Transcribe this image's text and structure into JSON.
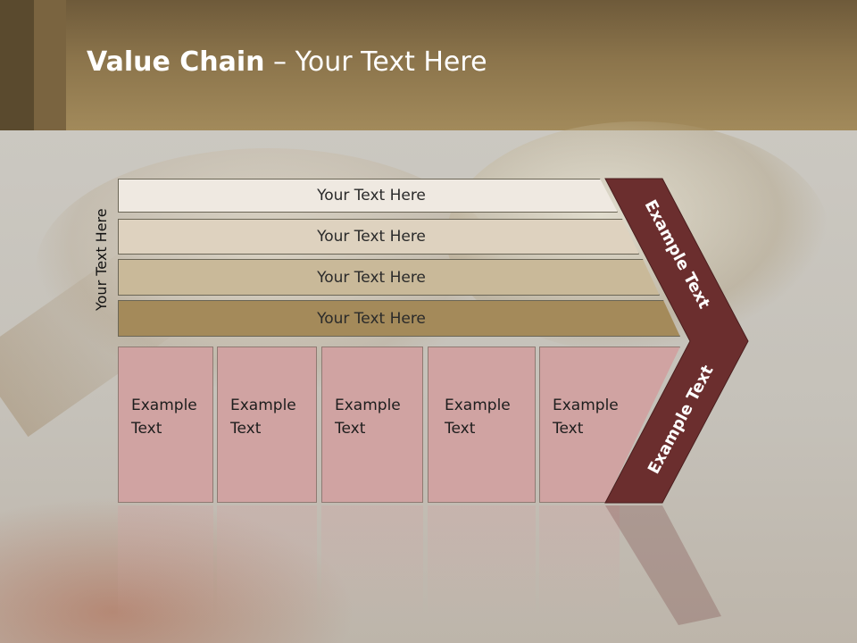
{
  "slide": {
    "title_bold": "Value Chain",
    "title_rest": " – Your Text Here",
    "vertical_label": "Your Text Here"
  },
  "bars": [
    {
      "label": "Your Text Here",
      "color": "#efe9e1"
    },
    {
      "label": "Your Text Here",
      "color": "#ded2bf"
    },
    {
      "label": "Your Text Here",
      "color": "#c9b999"
    },
    {
      "label": "Your Text Here",
      "color": "#a48a5a"
    }
  ],
  "boxes": [
    {
      "line1": "Example",
      "line2": "Text"
    },
    {
      "line1": "Example",
      "line2": "Text"
    },
    {
      "line1": "Example",
      "line2": "Text"
    },
    {
      "line1": "Example",
      "line2": "Text"
    },
    {
      "line1": "Example",
      "line2": "Text"
    }
  ],
  "chevron": {
    "top_label": "Example Text",
    "bottom_label": "Example Text",
    "color": "#6b2e2e"
  },
  "colors": {
    "header": "#8b744b",
    "box_fill": "#d0a3a2"
  }
}
